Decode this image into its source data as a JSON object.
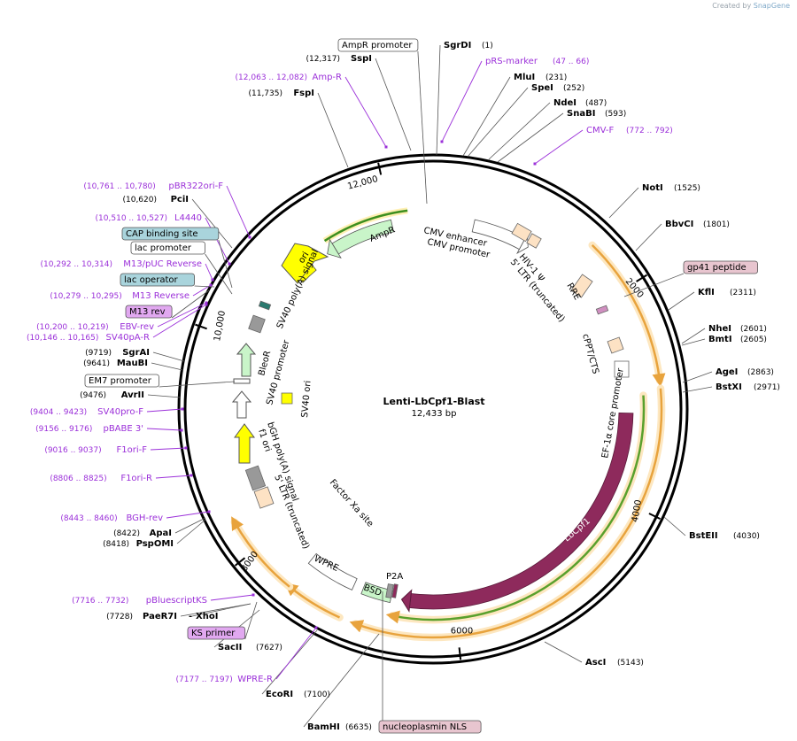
{
  "credit": {
    "prefix": "Created by",
    "brand": "SnapGene"
  },
  "plasmid": {
    "name": "Lenti-LbCpf1-Blast",
    "size_label": "12,433 bp",
    "length": 12433
  },
  "ticks": [
    {
      "pos": 2000,
      "label": "2000"
    },
    {
      "pos": 4000,
      "label": "4000"
    },
    {
      "pos": 6000,
      "label": "6000"
    },
    {
      "pos": 8000,
      "label": "8000"
    },
    {
      "pos": 10000,
      "label": "10,000"
    },
    {
      "pos": 12000,
      "label": "12,000"
    }
  ],
  "enzymes": [
    {
      "name": "SgrDI",
      "pos": "(1)",
      "bp": 1
    },
    {
      "name": "MluI",
      "pos": "(231)",
      "bp": 231
    },
    {
      "name": "SpeI",
      "pos": "(252)",
      "bp": 252
    },
    {
      "name": "NdeI",
      "pos": "(487)",
      "bp": 487
    },
    {
      "name": "SnaBI",
      "pos": "(593)",
      "bp": 593
    },
    {
      "name": "NotI",
      "pos": "(1525)",
      "bp": 1525
    },
    {
      "name": "BbvCI",
      "pos": "(1801)",
      "bp": 1801
    },
    {
      "name": "KflI",
      "pos": "(2311)",
      "bp": 2311
    },
    {
      "name": "NheI",
      "pos": "(2601)",
      "bp": 2601
    },
    {
      "name": "BmtI",
      "pos": "(2605)",
      "bp": 2605
    },
    {
      "name": "AgeI",
      "pos": "(2863)",
      "bp": 2863
    },
    {
      "name": "BstXI",
      "pos": "(2971)",
      "bp": 2971
    },
    {
      "name": "BstEII",
      "pos": "(4030)",
      "bp": 4030
    },
    {
      "name": "AscI",
      "pos": "(5143)",
      "bp": 5143
    },
    {
      "name": "BamHI",
      "pos": "(6635)",
      "bp": 6635
    },
    {
      "name": "EcoRI",
      "pos": "(7100)",
      "bp": 7100
    },
    {
      "name": "SacII",
      "pos": "(7627)",
      "bp": 7627
    },
    {
      "name": "PaeR7I",
      "pos": "(7728)",
      "bp": 7728
    },
    {
      "name": "XhoI",
      "pos": "",
      "bp": 7728
    },
    {
      "name": "PspOMI",
      "pos": "(8418)",
      "bp": 8418
    },
    {
      "name": "ApaI",
      "pos": "(8422)",
      "bp": 8422
    },
    {
      "name": "AvrII",
      "pos": "(9476)",
      "bp": 9476
    },
    {
      "name": "MauBI",
      "pos": "(9641)",
      "bp": 9641
    },
    {
      "name": "SgrAI",
      "pos": "(9719)",
      "bp": 9719
    },
    {
      "name": "PciI",
      "pos": "(10,620)",
      "bp": 10620
    },
    {
      "name": "FspI",
      "pos": "(11,735)",
      "bp": 11735
    },
    {
      "name": "SspI",
      "pos": "(12,317)",
      "bp": 12317
    }
  ],
  "primers": [
    {
      "name": "pRS-marker",
      "range": "(47 .. 66)"
    },
    {
      "name": "CMV-F",
      "range": "(772 .. 792)"
    },
    {
      "name": "Amp-R",
      "range": "(12,063 .. 12,082)"
    },
    {
      "name": "pBR322ori-F",
      "range": "(10,761 .. 10,780)"
    },
    {
      "name": "L4440",
      "range": "(10,510 .. 10,527)"
    },
    {
      "name": "M13/pUC Reverse",
      "range": "(10,292 .. 10,314)"
    },
    {
      "name": "M13 Reverse",
      "range": "(10,279 .. 10,295)"
    },
    {
      "name": "EBV-rev",
      "range": "(10,200 .. 10,219)"
    },
    {
      "name": "SV40pA-R",
      "range": "(10,146 .. 10,165)"
    },
    {
      "name": "SV40pro-F",
      "range": "(9404 .. 9423)"
    },
    {
      "name": "pBABE 3'",
      "range": "(9156 .. 9176)"
    },
    {
      "name": "F1ori-F",
      "range": "(9016 .. 9037)"
    },
    {
      "name": "F1ori-R",
      "range": "(8806 .. 8825)"
    },
    {
      "name": "BGH-rev",
      "range": "(8443 .. 8460)"
    },
    {
      "name": "pBluescriptKS",
      "range": "(7716 .. 7732)"
    },
    {
      "name": "WPRE-R",
      "range": "(7177 .. 7197)"
    }
  ],
  "boxed_labels": [
    {
      "name": "AmpR promoter",
      "style": "plain"
    },
    {
      "name": "gp41 peptide",
      "style": "pink"
    },
    {
      "name": "CAP binding site",
      "style": "teal"
    },
    {
      "name": "lac promoter",
      "style": "plain"
    },
    {
      "name": "lac operator",
      "style": "teal"
    },
    {
      "name": "M13 rev",
      "style": "purple"
    },
    {
      "name": "EM7 promoter",
      "style": "plain"
    },
    {
      "name": "KS primer",
      "style": "purple"
    },
    {
      "name": "nucleoplasmin NLS",
      "style": "pink"
    }
  ],
  "features": [
    {
      "name": "AmpR"
    },
    {
      "name": "ori"
    },
    {
      "name": "CMV enhancer"
    },
    {
      "name": "CMV promoter"
    },
    {
      "name": "HIV-1 Ψ"
    },
    {
      "name": "5' LTR (truncated)"
    },
    {
      "name": "RRE"
    },
    {
      "name": "cPPT/CTS"
    },
    {
      "name": "EF-1α core promoter"
    },
    {
      "name": "LbCpf1"
    },
    {
      "name": "P2A"
    },
    {
      "name": "BSD"
    },
    {
      "name": "WPRE"
    },
    {
      "name": "Factor Xa site"
    },
    {
      "name": "5' LTR (truncated)",
      "key": "ltr3"
    },
    {
      "name": "bGH poly(A) signal"
    },
    {
      "name": "f1 ori"
    },
    {
      "name": "SV40 promoter"
    },
    {
      "name": "BleoR"
    },
    {
      "name": "SV40 ori"
    },
    {
      "name": "SV40 poly(A) signal"
    }
  ],
  "colors": {
    "primer": "#9b30d9",
    "orange_band": "#e8a33d",
    "green_band": "#5aa02c",
    "cds_maroon": "#8e2a5c",
    "ampr_green": "#c9f5c9",
    "ori_yellow": "#ffff00",
    "promoter_white": "#ffffff",
    "teal_box": "#a9d4dc",
    "pink_box": "#e8c5cf",
    "purple_box": "#e1a8f0"
  }
}
